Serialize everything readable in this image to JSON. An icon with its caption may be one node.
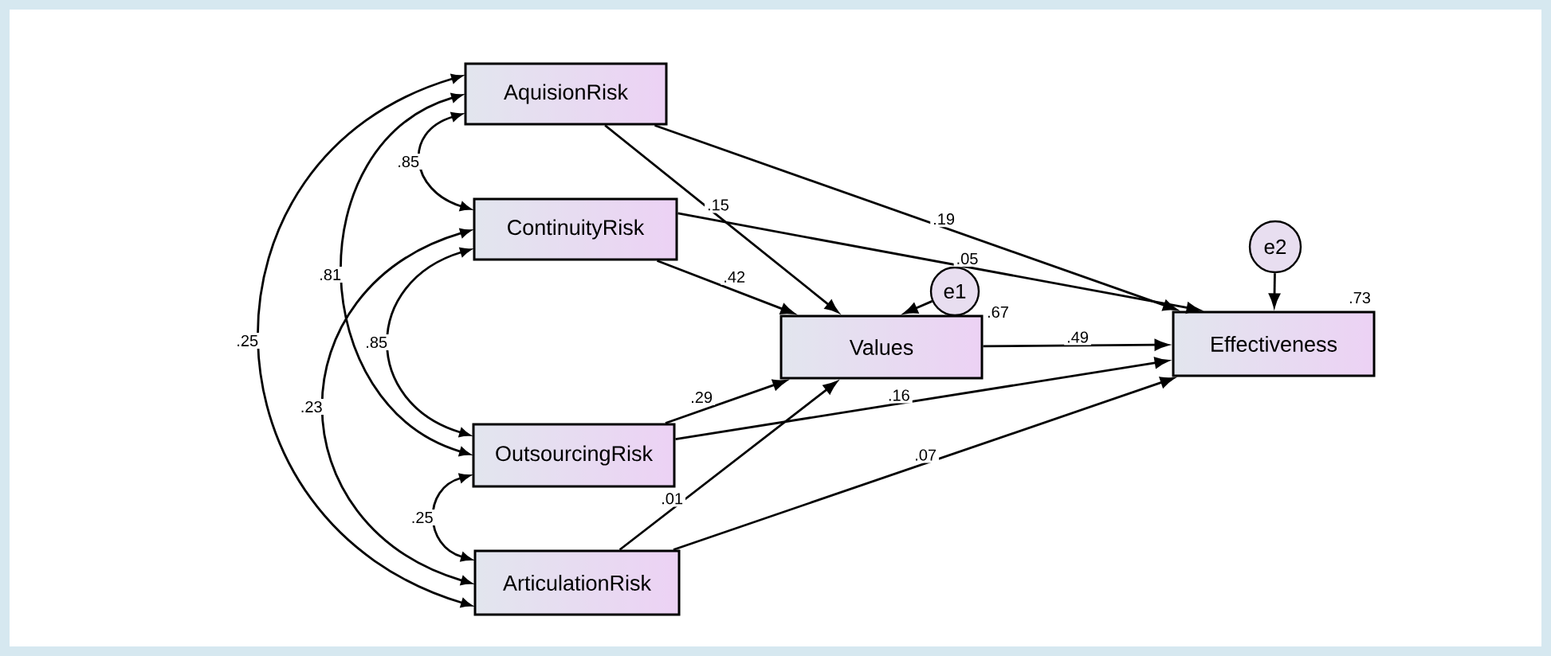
{
  "diagram": {
    "nodes": [
      {
        "text": [
          "AquisionRisk"
        ]
      },
      {
        "text": [
          "ContinuityRisk"
        ]
      },
      {
        "text": [
          "OutsourcingRisk"
        ]
      },
      {
        "text": [
          "ArticulationRisk"
        ]
      },
      {
        "text": [
          "Values"
        ],
        "beside": [
          ".67"
        ]
      },
      {
        "text": [
          "Effectiveness"
        ],
        "beside": [
          ".73"
        ]
      },
      {
        "text": [
          "e1"
        ]
      },
      {
        "text": [
          "e2"
        ]
      }
    ],
    "edges": [
      {
        "from": 0,
        "to": 4,
        "arrow": "to",
        "label": ".15"
      },
      {
        "from": 0,
        "to": 5,
        "arrow": "to",
        "label": ".19"
      },
      {
        "from": 1,
        "to": 4,
        "arrow": "to",
        "label": ".42"
      },
      {
        "from": 1,
        "to": 5,
        "arrow": "to",
        "label": ".05"
      },
      {
        "from": 2,
        "to": 4,
        "arrow": "to",
        "label": ".29"
      },
      {
        "from": 2,
        "to": 5,
        "arrow": "to",
        "label": ".16"
      },
      {
        "from": 3,
        "to": 4,
        "arrow": "to",
        "label": ".01"
      },
      {
        "from": 3,
        "to": 5,
        "arrow": "to",
        "label": ".07"
      },
      {
        "from": 4,
        "to": 5,
        "arrow": "to",
        "label": ".49"
      },
      {
        "from": 6,
        "to": 4,
        "arrow": "to"
      },
      {
        "from": 7,
        "to": 5,
        "arrow": "to"
      },
      {
        "from": 0,
        "to": 1,
        "arrow": "both",
        "label": ".85"
      },
      {
        "from": 0,
        "to": 2,
        "arrow": "both",
        "label": ".81"
      },
      {
        "from": 0,
        "to": 3,
        "arrow": "both",
        "label": ".25"
      },
      {
        "from": 1,
        "to": 2,
        "arrow": "both",
        "label": ".85"
      },
      {
        "from": 1,
        "to": 3,
        "arrow": "both",
        "label": ".23"
      },
      {
        "from": 2,
        "to": 3,
        "arrow": "both",
        "label": ".25"
      }
    ]
  }
}
